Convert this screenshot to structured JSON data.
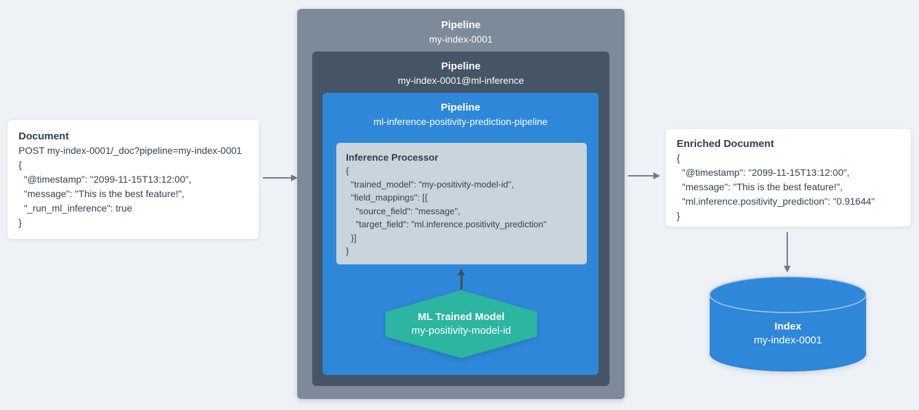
{
  "colors": {
    "background": "#eef1f6",
    "card_bg": "#ffffff",
    "outer_pipeline_bg": "#7c8a99",
    "inner_pipeline_bg": "#455565",
    "blue_pipeline_bg": "#2e87d8",
    "processor_bg": "#c9d4dc",
    "hexagon_bg": "#2cb5a1",
    "cylinder_bg": "#2e87d8",
    "cylinder_rim": "#a9c6e4",
    "text_dark": "#2e3e50",
    "text_light": "#ffffff",
    "arrow_gray": "#6e7d8d",
    "arrow_dark": "#454e58"
  },
  "document_card": {
    "title": "Document",
    "lines": [
      "POST my-index-0001/_doc?pipeline=my-index-0001",
      "{",
      "  \"@timestamp\": \"2099-11-15T13:12:00\",",
      "  \"message\": \"This is the best feature!\",",
      "  \"_run_ml_inference\": true",
      "}"
    ]
  },
  "outer_pipeline": {
    "title": "Pipeline",
    "name": "my-index-0001"
  },
  "inner_pipeline": {
    "title": "Pipeline",
    "name": "my-index-0001@ml-inference"
  },
  "blue_pipeline": {
    "title": "Pipeline",
    "name": "ml-inference-positivity-prediction-pipeline"
  },
  "inference_processor": {
    "title": "Inference Processor",
    "lines": [
      "{",
      "  \"trained_model\": \"my-positivity-model-id\",",
      "  \"field_mappings\": [{",
      "    \"source_field\": \"message\",",
      "    \"target_field\": \"ml.inference.positivity_prediction\"",
      "  }]",
      "}"
    ]
  },
  "trained_model": {
    "title": "ML Trained Model",
    "name": "my-positivity-model-id"
  },
  "enriched_card": {
    "title": "Enriched Document",
    "lines": [
      "{",
      "  \"@timestamp\": \"2099-11-15T13:12:00\",",
      "  \"message\": \"This is the best feature!\",",
      "  \"ml.inference.positivity_prediction\": \"0.91644\"",
      "}"
    ]
  },
  "index": {
    "title": "Index",
    "name": "my-index-0001"
  }
}
